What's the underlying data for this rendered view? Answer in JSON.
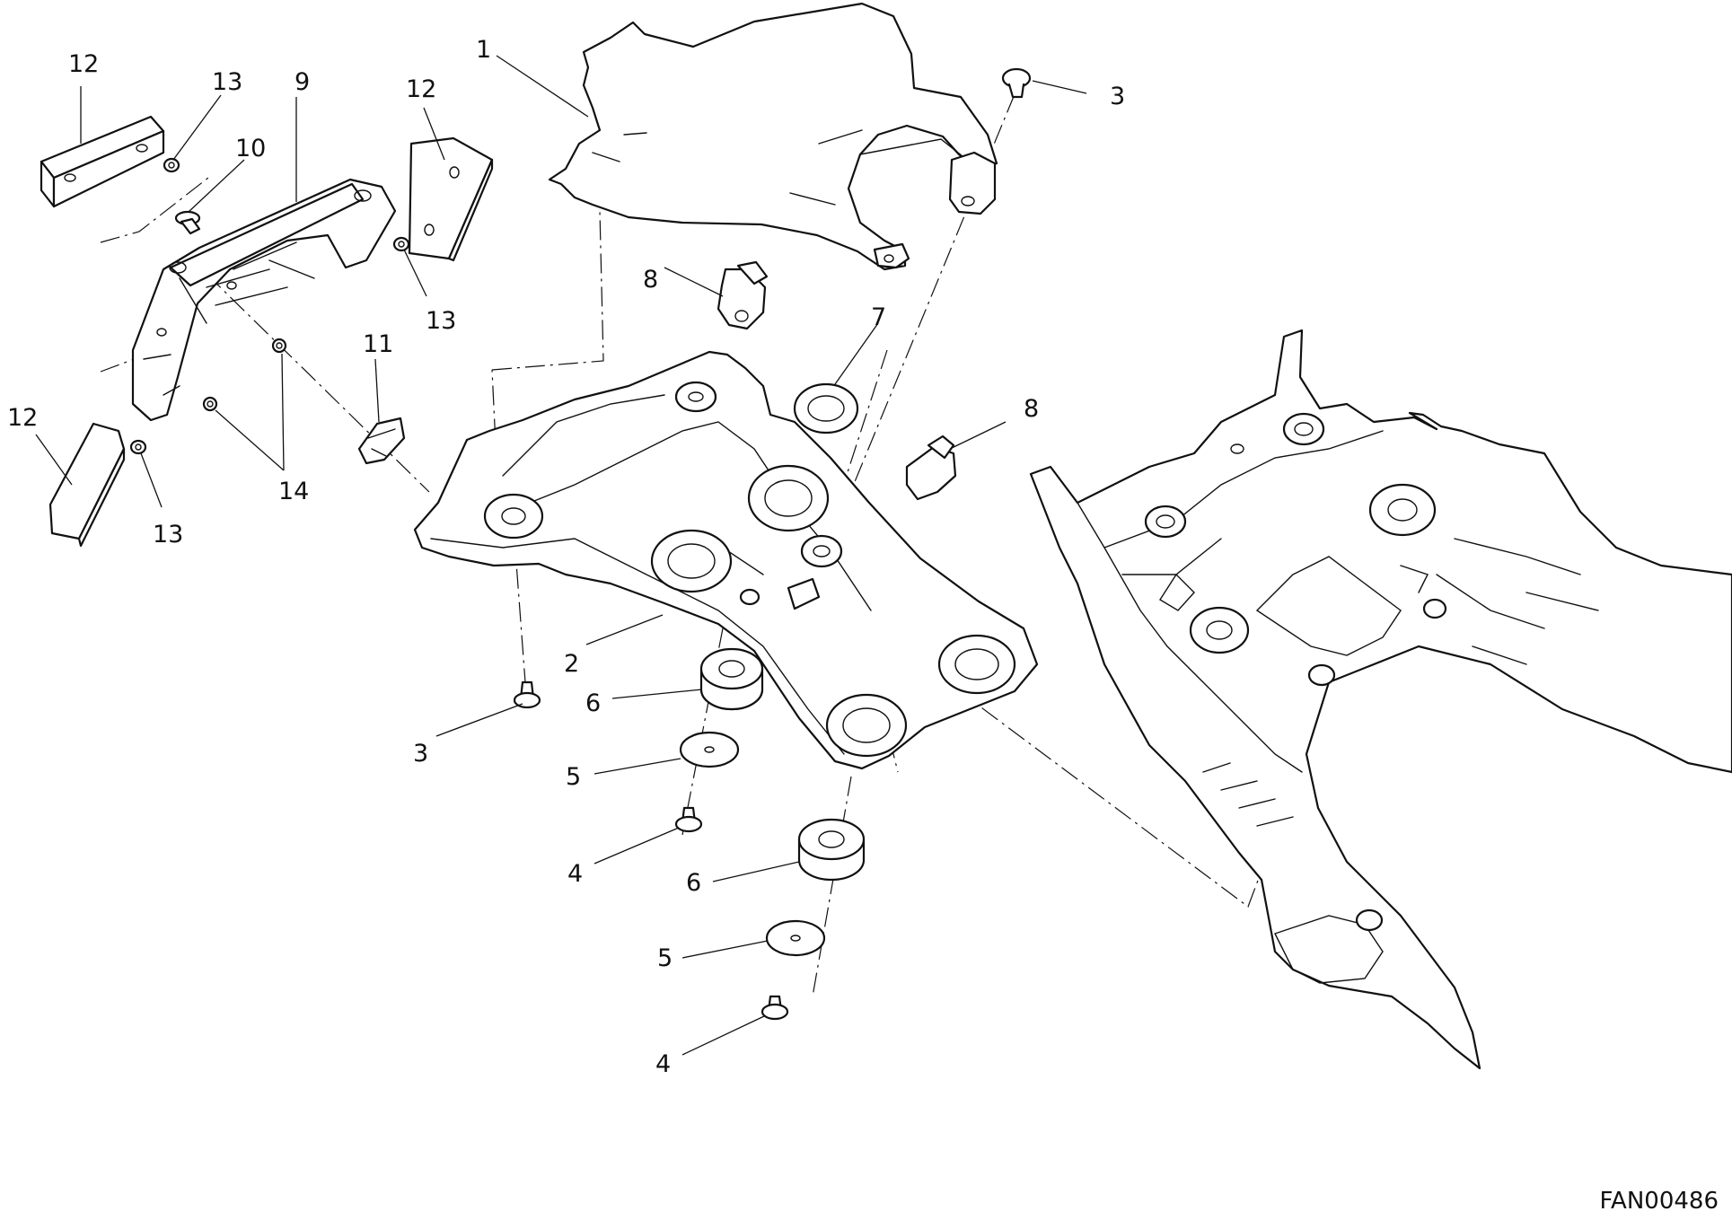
{
  "diagram_code": "FAN00486",
  "callouts": [
    "1",
    "2",
    "3",
    "3",
    "4",
    "4",
    "5",
    "5",
    "6",
    "6",
    "7",
    "8",
    "8",
    "9",
    "10",
    "11",
    "12",
    "12",
    "12",
    "13",
    "13",
    "13",
    "14"
  ]
}
